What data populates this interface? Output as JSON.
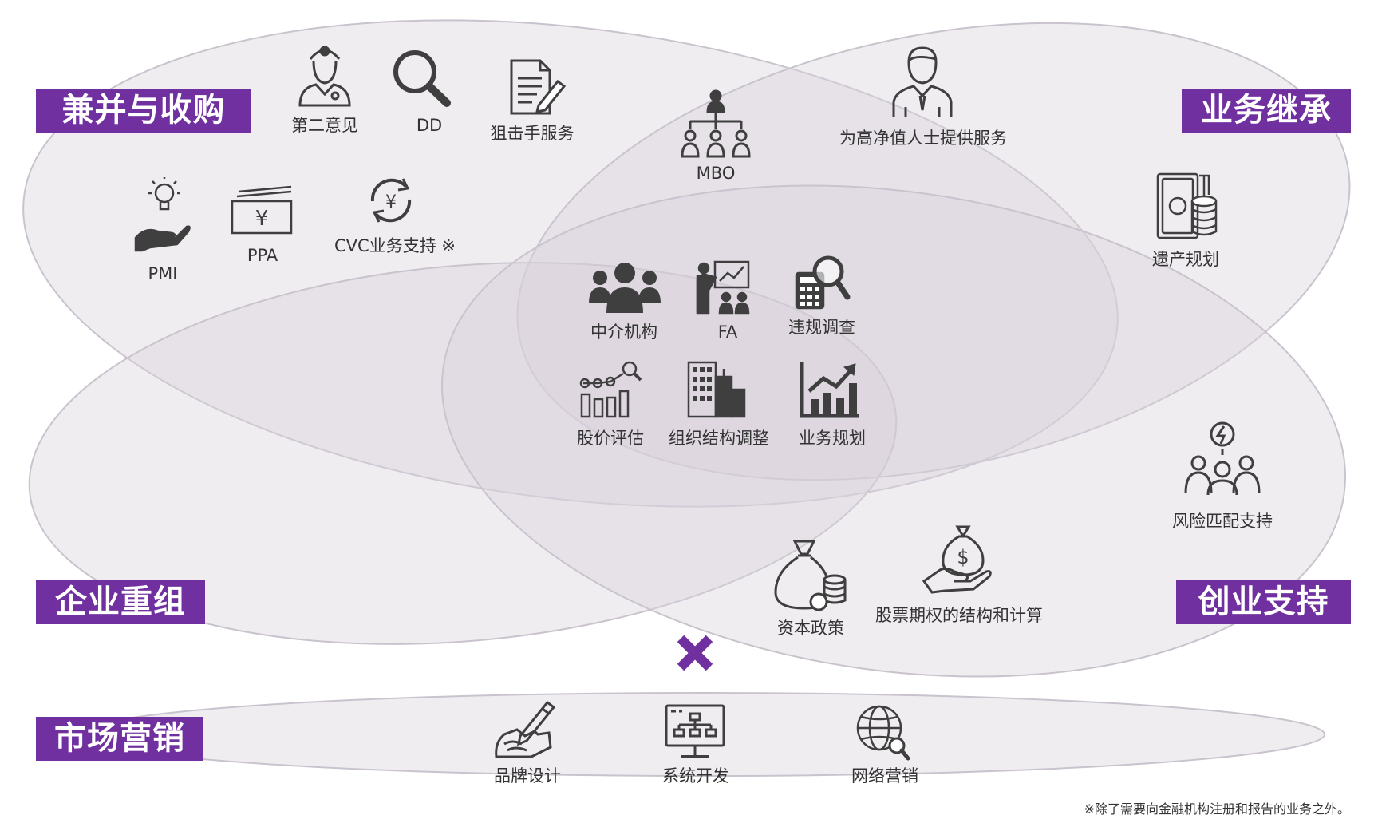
{
  "categories": {
    "mna": "兼并与收购",
    "succession": "业务继承",
    "restructuring": "企业重组",
    "startup": "创业支持",
    "marketing": "市场营销"
  },
  "items": {
    "second_opinion": "第二意见",
    "dd": "DD",
    "sniper": "狙击手服务",
    "mbo": "MBO",
    "hnwi": "为高净值人士提供服务",
    "pmi": "PMI",
    "ppa": "PPA",
    "cvc": "CVC业务支持 ※",
    "estate": "遗产规划",
    "intermediary": "中介机构",
    "fa": "FA",
    "violation": "违规调查",
    "stock_valuation": "股价评估",
    "org_restructure": "组织结构调整",
    "business_plan": "业务规划",
    "risk_matching": "风险匹配支持",
    "capital_policy": "资本政策",
    "stock_options": "股票期权的结构和计算",
    "brand_design": "品牌设计",
    "system_dev": "系统开发",
    "web_marketing": "网络营销"
  },
  "footnote": "※除了需要向金融机构注册和报告的业务之外。",
  "colors": {
    "category_bg": "#7030a0",
    "ellipse_fill": "#d9d3dd",
    "ellipse_stroke": "#c9c3cd",
    "icon": "#3f3f3f",
    "cross": "#7030a0"
  },
  "icons": {
    "second_opinion": "doctor-icon",
    "dd": "magnifier-icon",
    "sniper": "document-pen-icon",
    "mbo": "org-chart-icon",
    "hnwi": "businessman-icon",
    "pmi": "hand-lightbulb-icon",
    "ppa": "yen-bills-icon",
    "cvc": "yen-cycle-icon",
    "estate": "money-coins-icon",
    "intermediary": "group-people-icon",
    "fa": "presentation-icon",
    "violation": "calculator-search-icon",
    "stock_valuation": "stock-chart-search-icon",
    "org_restructure": "buildings-icon",
    "business_plan": "growth-chart-icon",
    "risk_matching": "team-lightning-icon",
    "capital_policy": "money-bag-coins-icon",
    "stock_options": "hand-money-bag-icon",
    "brand_design": "hand-pen-icon",
    "system_dev": "computer-network-icon",
    "web_marketing": "globe-search-icon",
    "combine": "cross-icon"
  }
}
